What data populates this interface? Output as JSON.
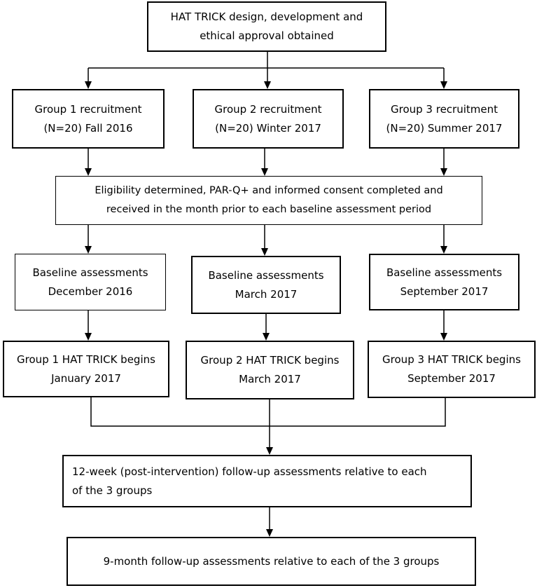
{
  "nodes": {
    "design": {
      "lines": [
        "HAT TRICK design, development and",
        "ethical approval obtained"
      ]
    },
    "recruit1": {
      "lines": [
        "Group 1 recruitment",
        "(N=20) Fall 2016"
      ]
    },
    "recruit2": {
      "lines": [
        "Group 2 recruitment",
        "(N=20) Winter 2017"
      ]
    },
    "recruit3": {
      "lines": [
        "Group 3 recruitment",
        "(N=20) Summer 2017"
      ]
    },
    "eligibility": {
      "lines": [
        "Eligibility determined, PAR-Q+ and informed consent completed and",
        "received in the month prior to each baseline assessment period"
      ]
    },
    "baseline1": {
      "lines": [
        "Baseline assessments",
        "December 2016"
      ]
    },
    "baseline2": {
      "lines": [
        "Baseline assessments",
        "March 2017"
      ]
    },
    "baseline3": {
      "lines": [
        "Baseline assessments",
        "September 2017"
      ]
    },
    "begin1": {
      "lines": [
        "Group 1 HAT TRICK begins",
        "January 2017"
      ]
    },
    "begin2": {
      "lines": [
        "Group 2 HAT TRICK begins",
        "March 2017"
      ]
    },
    "begin3": {
      "lines": [
        "Group 3 HAT TRICK begins",
        "September 2017"
      ]
    },
    "followup12": {
      "lines": [
        "12-week (post-intervention) follow-up assessments relative to each",
        "of the 3 groups"
      ]
    },
    "followup9": {
      "lines": [
        "9-month follow-up assessments relative to each of the 3 groups"
      ]
    }
  }
}
